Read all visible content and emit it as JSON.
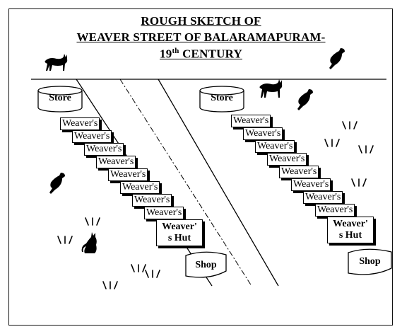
{
  "title": {
    "line1": "ROUGH SKETCH OF",
    "line2": "WEAVER STREET OF BALARAMAPURAM-",
    "line3_num": "19",
    "line3_sup": "th",
    "line3_rest": " CENTURY"
  },
  "labels": {
    "store": "Store",
    "shop": "Shop",
    "weavers": "Weaver's",
    "weavers_hut": "Weaver' s Hut"
  },
  "icons": [
    "cat-icon",
    "bird-icon",
    "grass-tuft-icon"
  ],
  "colors": {
    "ink": "#000000",
    "paper": "#ffffff"
  }
}
